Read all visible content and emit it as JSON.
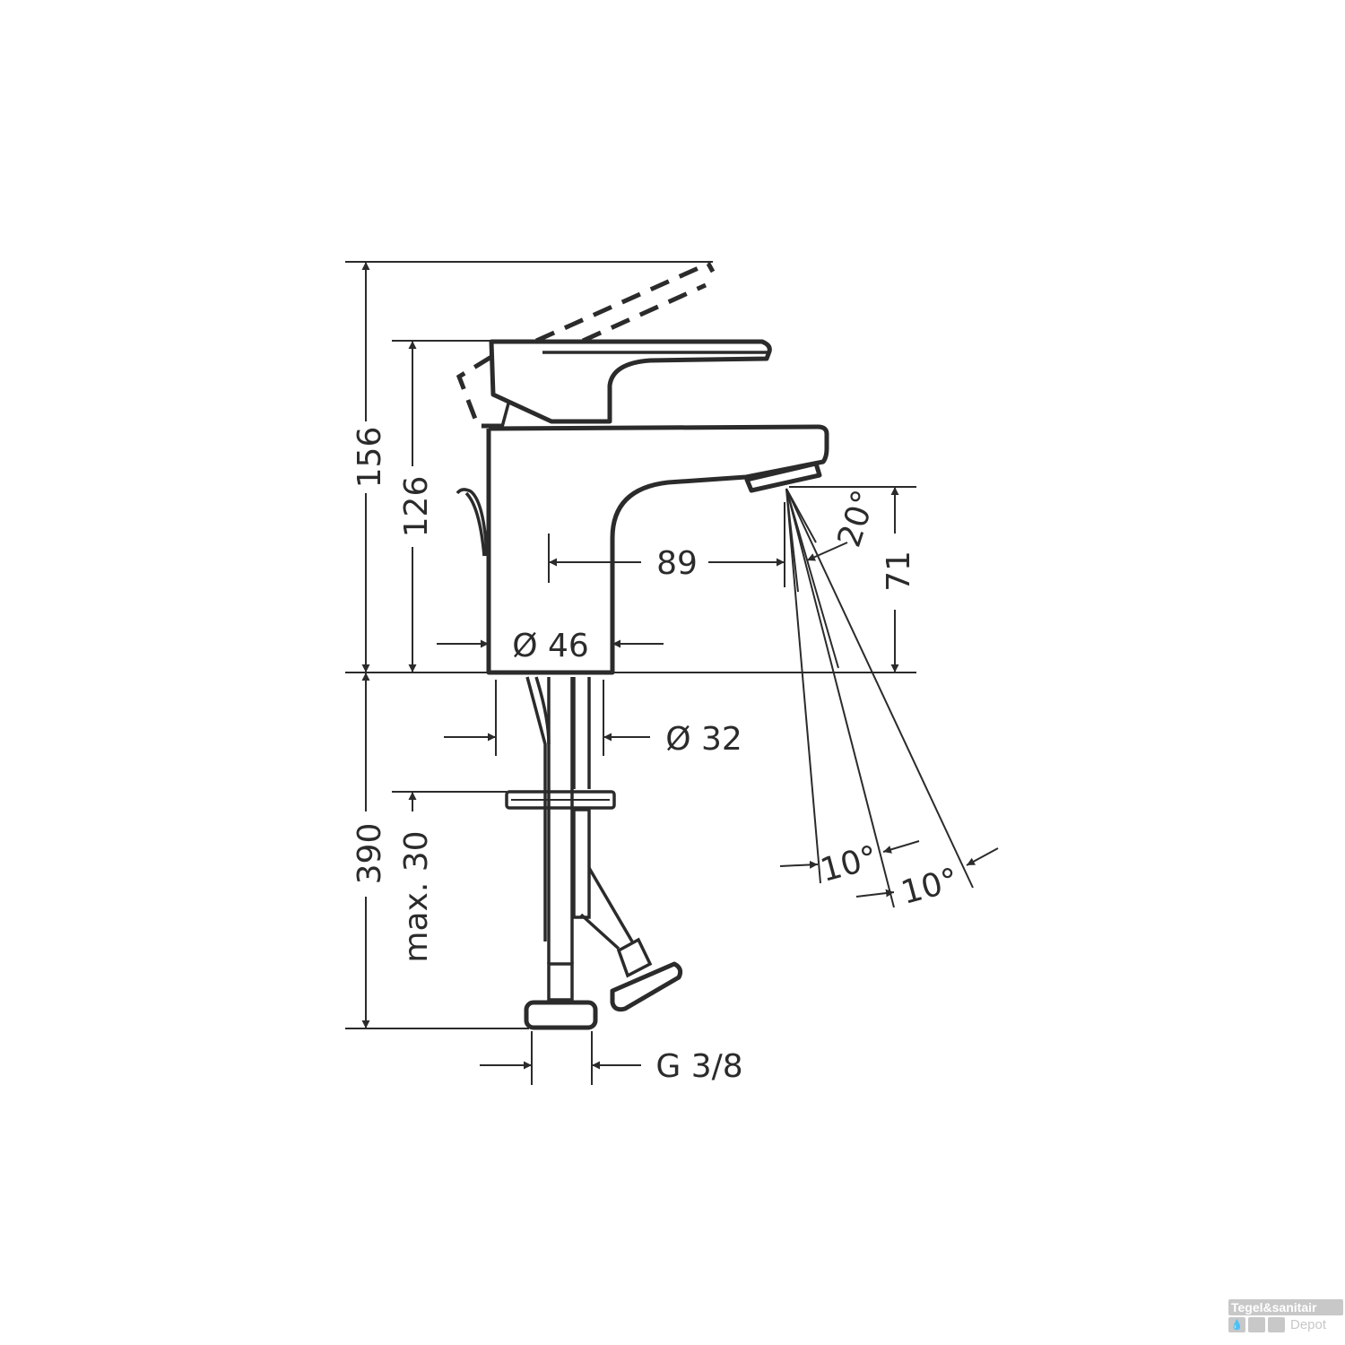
{
  "drawing": {
    "title": "Basin mixer dimension drawing",
    "dimensions": {
      "total_height": "156",
      "lever_height": "126",
      "spout_projection": "89",
      "spout_height": "71",
      "jet_angle": "20°",
      "body_diameter": "Ø 46",
      "shank_diameter": "Ø 32",
      "shank_length": "390",
      "max_deck_thickness": "max. 30",
      "connection_thread": "G 3/8",
      "jet_angle_1": "10°",
      "jet_angle_2": "10°"
    }
  },
  "watermark": {
    "brand": "Tegel&sanitair",
    "sub": "Depot"
  }
}
